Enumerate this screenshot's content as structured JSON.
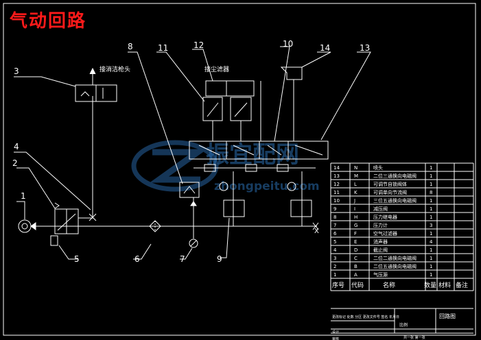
{
  "title": "气动回路",
  "watermark": {
    "cn": "振宜配网",
    "url": "zhongpeitu.com"
  },
  "callouts": [
    "1",
    "2",
    "3",
    "4",
    "5",
    "6",
    "7",
    "8",
    "9",
    "10",
    "11",
    "12",
    "13",
    "14"
  ],
  "annotations": {
    "top_left": "接消洁枪头",
    "top_mid": "接尘滤器",
    "x_mark": "X"
  },
  "bom": {
    "rows": [
      {
        "no": "14",
        "code": "N",
        "name": "喷头",
        "qty": "1"
      },
      {
        "no": "13",
        "code": "M",
        "name": "二位三通换向电磁阀",
        "qty": "1"
      },
      {
        "no": "12",
        "code": "L",
        "name": "可调节自锁阀体",
        "qty": "1"
      },
      {
        "no": "11",
        "code": "K",
        "name": "可调单向节流阀",
        "qty": "8"
      },
      {
        "no": "10",
        "code": "J",
        "name": "三位五通换向电磁阀",
        "qty": "1"
      },
      {
        "no": "9",
        "code": "I",
        "name": "减压阀",
        "qty": "1"
      },
      {
        "no": "8",
        "code": "H",
        "name": "压力继电器",
        "qty": "1"
      },
      {
        "no": "7",
        "code": "G",
        "name": "压力计",
        "qty": "3"
      },
      {
        "no": "6",
        "code": "F",
        "name": "空气过滤器",
        "qty": "1"
      },
      {
        "no": "5",
        "code": "E",
        "name": "消声器",
        "qty": "4"
      },
      {
        "no": "4",
        "code": "D",
        "name": "截止阀",
        "qty": "1"
      },
      {
        "no": "3",
        "code": "C",
        "name": "二位二通换向电磁阀",
        "qty": "1"
      },
      {
        "no": "2",
        "code": "B",
        "name": "二位五通换向电磁阀",
        "qty": "1"
      },
      {
        "no": "1",
        "code": "A",
        "name": "气压源",
        "qty": "1"
      }
    ],
    "header": {
      "no": "序号",
      "code": "代码",
      "name": "名称",
      "qty": "数量",
      "mat": "材料",
      "note": "备注"
    },
    "title_block": {
      "drawing": "回路图",
      "row1": "更改标记 处数 分区 更改文件号 签名 年月日",
      "scale": "比例",
      "page": "共一张 第一张",
      "r1": "设计",
      "r2": "审核"
    }
  }
}
